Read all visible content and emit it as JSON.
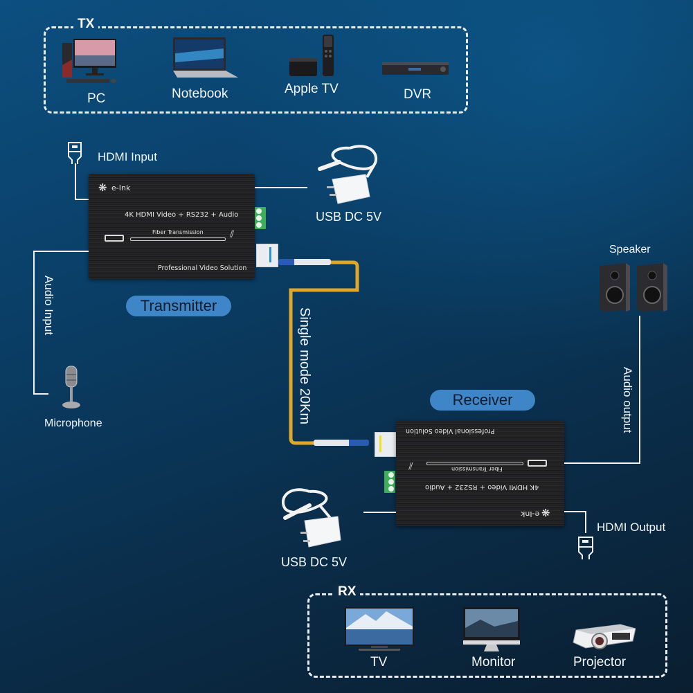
{
  "tx_group": {
    "title": "TX",
    "devices": [
      {
        "label": "PC",
        "icon": "pc-icon"
      },
      {
        "label": "Notebook",
        "icon": "notebook-icon"
      },
      {
        "label": "Apple TV",
        "icon": "apple-tv-icon"
      },
      {
        "label": "DVR",
        "icon": "dvr-icon"
      }
    ]
  },
  "rx_group": {
    "title": "RX",
    "devices": [
      {
        "label": "TV",
        "icon": "tv-icon"
      },
      {
        "label": "Monitor",
        "icon": "monitor-icon"
      },
      {
        "label": "Projector",
        "icon": "projector-icon"
      }
    ]
  },
  "transmitter": {
    "tag": "Transmitter",
    "brand": "e-Ink",
    "spec": "4K HDMI Video + RS232 + Audio",
    "fiber_text": "Fiber Transmission",
    "slogan": "Professional Video Solution",
    "hdmi_label": "HDMI Input",
    "power_label": "USB DC 5V",
    "audio_label": "Audio Input",
    "audio_device": "Microphone"
  },
  "receiver": {
    "tag": "Receiver",
    "brand": "e-Ink",
    "spec": "4K HDMI Video + RS232 + Audio",
    "fiber_text": "Fiber Transmission",
    "slogan": "Professional Video Solution",
    "hdmi_label": "HDMI Output",
    "power_label": "USB DC 5V",
    "audio_label": "Audio output",
    "audio_device": "Speaker"
  },
  "fiber": {
    "label": "Single mode 20Km",
    "color": "#e0a82a"
  },
  "colors": {
    "pill": "#3f86c9",
    "line": "#f0f4f8",
    "terminal": "#3fae5a"
  }
}
